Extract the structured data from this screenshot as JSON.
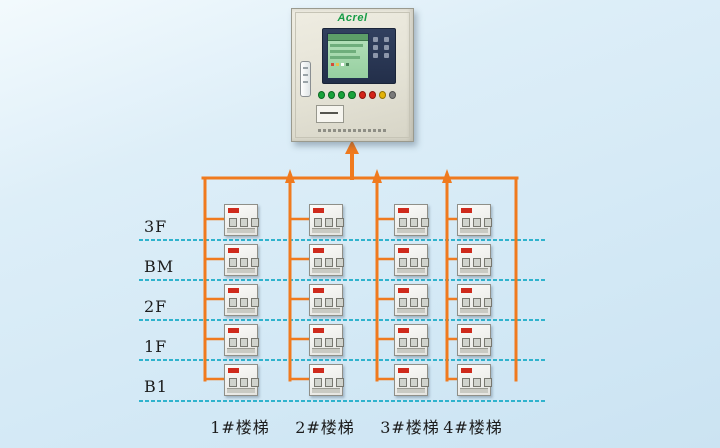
{
  "colors": {
    "bus": "#f07a1e",
    "dashed": "#2fb3cd",
    "brand_green": "#169c46"
  },
  "panel": {
    "brand": "Acrel",
    "button_colors": [
      "#18a23a",
      "#18a23a",
      "#18a23a",
      "#18a23a",
      "#d42318",
      "#d42318",
      "#e3b306",
      "#7a7a7a"
    ]
  },
  "floors": [
    {
      "label": "3F"
    },
    {
      "label": "BM"
    },
    {
      "label": "2F"
    },
    {
      "label": "1F"
    },
    {
      "label": "B1"
    }
  ],
  "staircases": [
    {
      "label": "1#楼梯"
    },
    {
      "label": "2#楼梯"
    },
    {
      "label": "3#楼梯"
    },
    {
      "label": "4#楼梯"
    }
  ],
  "grid": {
    "rows": 5,
    "cols": 4,
    "device_count": 20
  }
}
